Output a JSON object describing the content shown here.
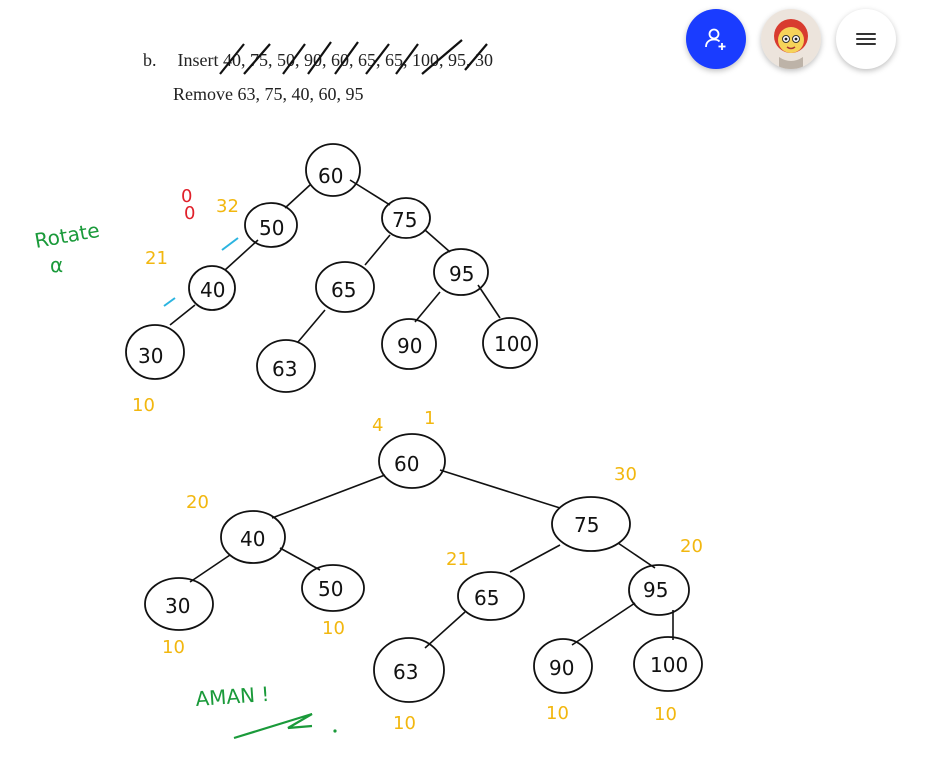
{
  "document": {
    "item_label": "b.",
    "insert_prefix": "Insert",
    "insert_values": [
      "40",
      "75",
      "50",
      "90",
      "60",
      "65",
      "65",
      "100",
      "95",
      "30"
    ],
    "remove_text": "Remove 63, 75, 40, 60, 95"
  },
  "annotations": {
    "rotate_text": "Rotate",
    "alpha": "α",
    "top_tree_heights": [
      "32",
      "21",
      "10"
    ],
    "red_mark": "0",
    "bottom_tree_heights": [
      "4",
      "1",
      "20",
      "30",
      "21",
      "20",
      "10",
      "10",
      "10",
      "10",
      "10"
    ],
    "signature": "AMAN !"
  },
  "tree_top": {
    "nodes": [
      "60",
      "50",
      "75",
      "40",
      "65",
      "95",
      "30",
      "63",
      "90",
      "100"
    ]
  },
  "tree_bottom": {
    "nodes": [
      "60",
      "40",
      "75",
      "30",
      "50",
      "65",
      "95",
      "63",
      "90",
      "100"
    ]
  },
  "toolbar": {
    "add_user_icon": "add-person",
    "menu_icon": "hamburger",
    "accent_color": "#1a3cff"
  }
}
